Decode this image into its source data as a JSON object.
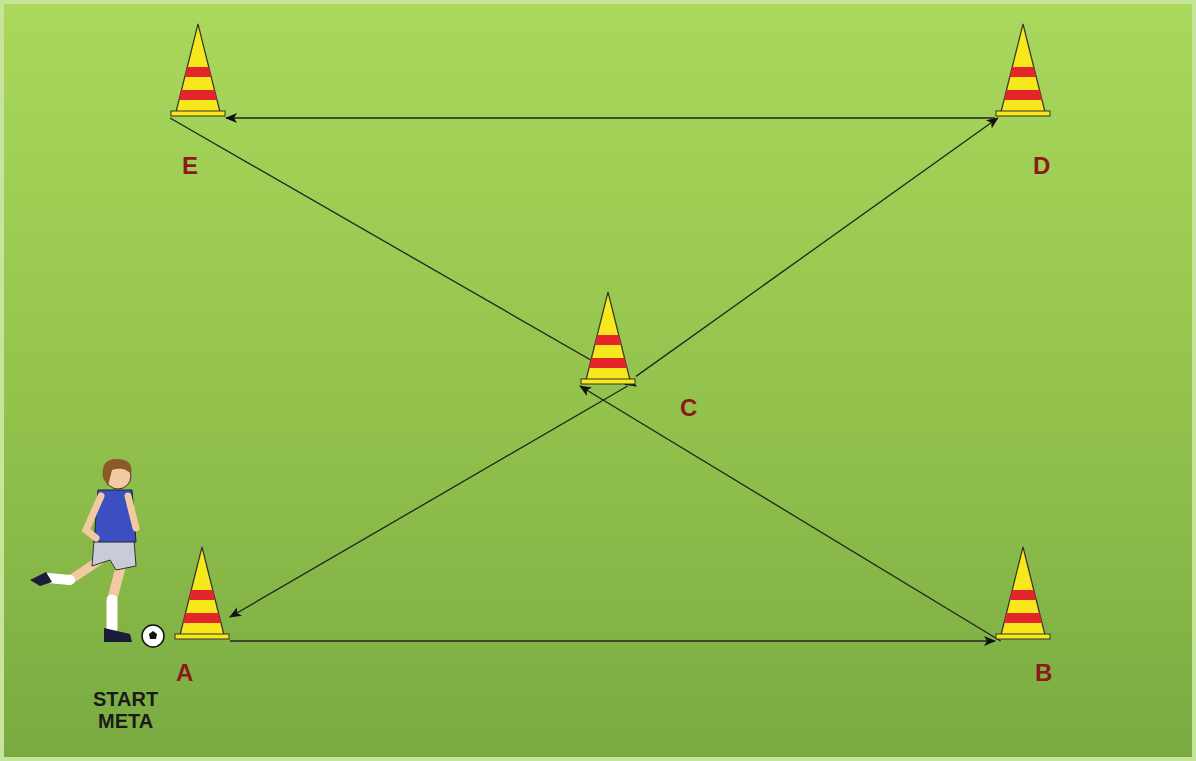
{
  "diagram": {
    "nodes": [
      {
        "text": [
          "E"
        ]
      },
      {
        "text": [
          "D"
        ]
      },
      {
        "text": [
          "C"
        ]
      },
      {
        "text": [
          "A"
        ]
      },
      {
        "text": [
          "B"
        ]
      }
    ],
    "edges": [
      {
        "from": 3,
        "to": 4,
        "arrow": "to"
      },
      {
        "from": 4,
        "to": 2,
        "arrow": "to"
      },
      {
        "from": 2,
        "to": 1,
        "arrow": "to"
      },
      {
        "from": 1,
        "to": 0,
        "arrow": "to"
      },
      {
        "from": 0,
        "to": 2,
        "arrow": "to"
      },
      {
        "from": 2,
        "to": 3,
        "arrow": "to"
      }
    ],
    "labels": [
      "START META"
    ]
  }
}
